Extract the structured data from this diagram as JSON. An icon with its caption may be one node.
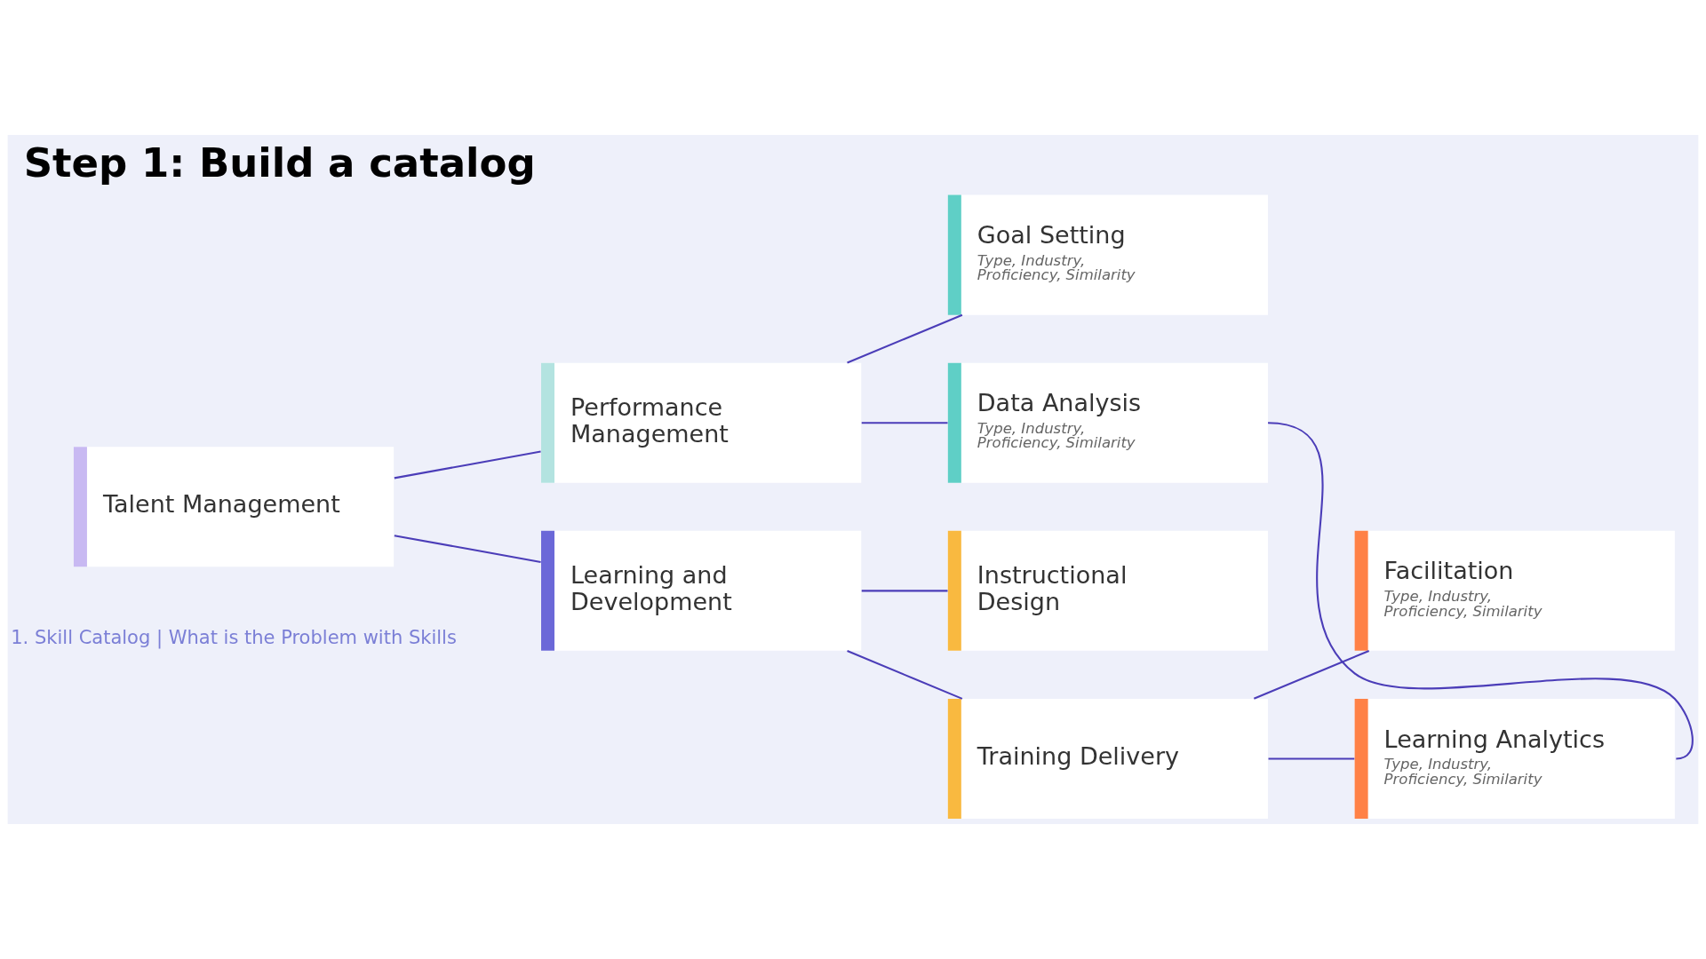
{
  "diagram": {
    "title": "Step 1: Build a catalog",
    "nodes": [
      {
        "text": [
          "Talent Management"
        ]
      },
      {
        "text": [
          "Performance Management"
        ]
      },
      {
        "text": [
          "Learning and Development"
        ]
      },
      {
        "text": [
          "Goal Setting",
          "Type, Industry, Proficiency, Similarity"
        ]
      },
      {
        "text": [
          "Data Analysis",
          "Type, Industry, Proficiency, Similarity"
        ]
      },
      {
        "text": [
          "Instructional Design"
        ]
      },
      {
        "text": [
          "Training Delivery"
        ]
      },
      {
        "text": [
          "Facilitation",
          "Type, Industry, Proficiency, Similarity"
        ]
      },
      {
        "text": [
          "Learning Analytics",
          "Type, Industry, Proficiency, Similarity"
        ]
      }
    ],
    "edges": [
      {
        "from": 0,
        "to": 1,
        "arrow": "none"
      },
      {
        "from": 0,
        "to": 2,
        "arrow": "none"
      },
      {
        "from": 1,
        "to": 3,
        "arrow": "none"
      },
      {
        "from": 1,
        "to": 4,
        "arrow": "none"
      },
      {
        "from": 2,
        "to": 5,
        "arrow": "none"
      },
      {
        "from": 2,
        "to": 6,
        "arrow": "none"
      },
      {
        "from": 6,
        "to": 7,
        "arrow": "none"
      },
      {
        "from": 6,
        "to": 8,
        "arrow": "none"
      },
      {
        "from": 4,
        "to": 8,
        "arrow": "none"
      }
    ],
    "labels": [
      "1. Skill Catalog | What is the Problem with Skills"
    ]
  }
}
